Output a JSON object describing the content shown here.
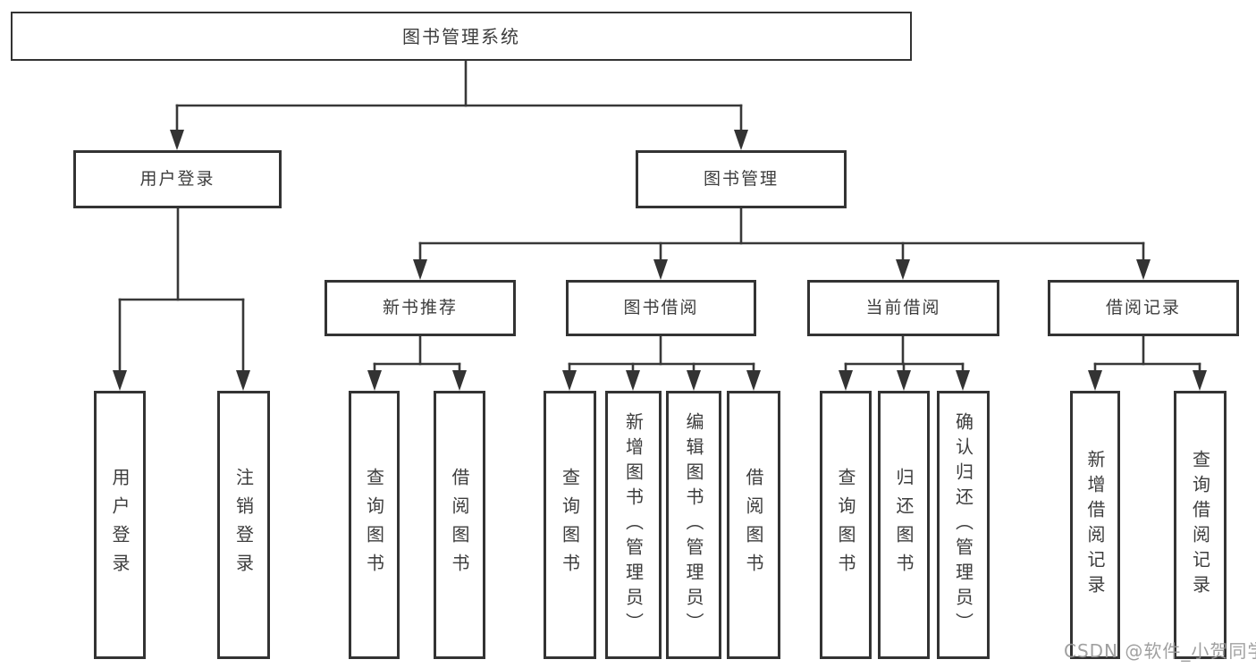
{
  "diagram": {
    "root": {
      "label": "图书管理系统"
    },
    "user_login": {
      "label": "用户登录",
      "children": [
        "用户登录",
        "注销登录"
      ]
    },
    "book_mgmt": {
      "label": "图书管理",
      "modules": [
        {
          "label": "新书推荐",
          "children": [
            "查询图书",
            "借阅图书"
          ]
        },
        {
          "label": "图书借阅",
          "children": [
            "查询图书",
            "新增图书（管理员）",
            "编辑图书（管理员）",
            "借阅图书"
          ]
        },
        {
          "label": "当前借阅",
          "children": [
            "查询图书",
            "归还图书",
            "确认归还（管理员）"
          ]
        },
        {
          "label": "借阅记录",
          "children": [
            "新增借阅记录",
            "查询借阅记录"
          ]
        }
      ]
    }
  },
  "watermark": {
    "text": "CSDN @软件_小贺同学",
    "color": "#989898"
  },
  "colors": {
    "line": "#383838",
    "box_border": "#333333",
    "text": "#3d3d3d",
    "background": "#ffffff"
  }
}
